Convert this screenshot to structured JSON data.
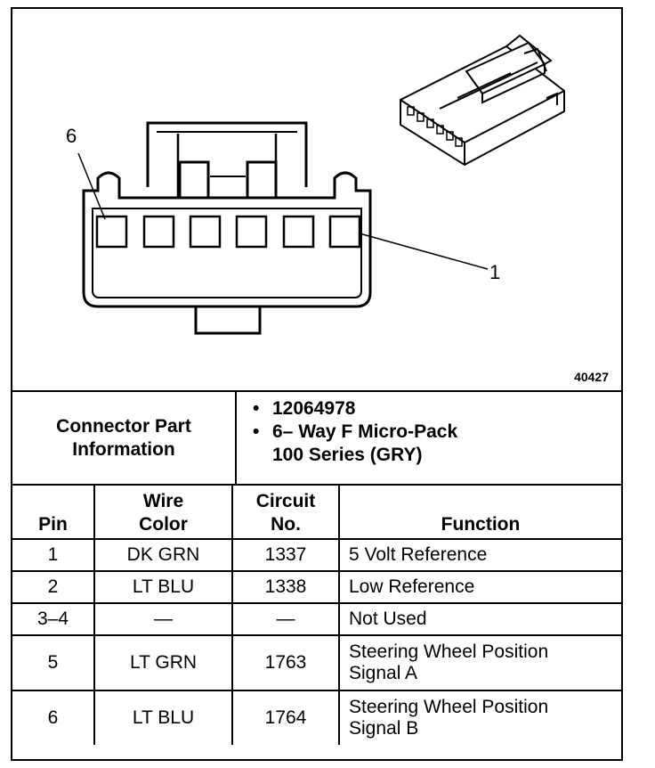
{
  "diagram": {
    "callout_pin_6": "6",
    "callout_pin_1": "1",
    "figure_number": "40427"
  },
  "connector_info": {
    "label": "Connector Part\nInformation",
    "bullets": [
      {
        "bullet": "•",
        "lines": [
          "12064978"
        ]
      },
      {
        "bullet": "•",
        "lines": [
          "6– Way F Micro-Pack",
          "100 Series (GRY)"
        ]
      }
    ]
  },
  "table": {
    "headers": [
      "Pin",
      "Wire\nColor",
      "Circuit\nNo.",
      "Function"
    ],
    "rows": [
      {
        "pin": "1",
        "color": "DK GRN",
        "circuit": "1337",
        "function": [
          "5 Volt Reference"
        ]
      },
      {
        "pin": "2",
        "color": "LT BLU",
        "circuit": "1338",
        "function": [
          "Low Reference"
        ]
      },
      {
        "pin": "3–4",
        "color": "—",
        "circuit": "—",
        "function": [
          "Not Used"
        ]
      },
      {
        "pin": "5",
        "color": "LT GRN",
        "circuit": "1763",
        "function": [
          "Steering Wheel Position",
          "Signal A"
        ]
      },
      {
        "pin": "6",
        "color": "LT BLU",
        "circuit": "1764",
        "function": [
          "Steering Wheel Position",
          "Signal B"
        ]
      }
    ]
  }
}
